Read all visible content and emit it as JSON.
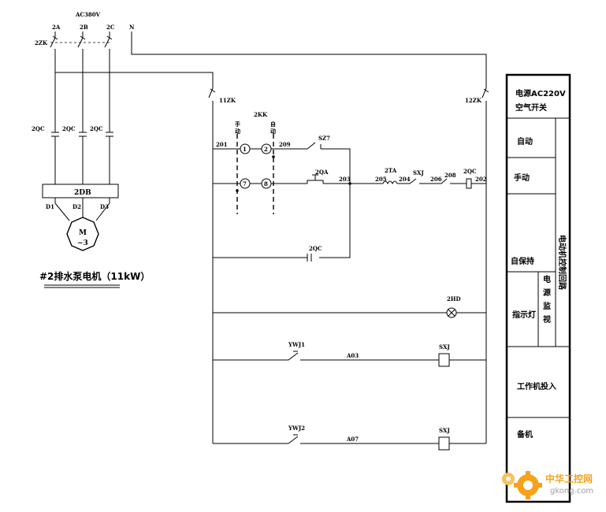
{
  "power": {
    "ac380": "AC380V",
    "phases": [
      "2A",
      "2B",
      "2C"
    ],
    "neutral": "N",
    "breaker_main": "2ZK",
    "contactor_label": "2QC",
    "terminal": "2DB",
    "terminals_out": [
      "D1",
      "D2",
      "D3"
    ],
    "motor_symbol": "M",
    "motor_phase": "~3",
    "motor_caption": "#2排水泵电机（11kW）"
  },
  "control": {
    "breaker_left": "11ZK",
    "breaker_right": "12ZK",
    "selector": "2KK",
    "manual": "手\n动",
    "auto": "自\n动",
    "contacts": [
      "1",
      "2",
      "7",
      "8"
    ],
    "nodes": {
      "n201": "201",
      "n209": "209",
      "n203": "203",
      "n205": "205",
      "n204": "204",
      "n206": "206",
      "n208": "208",
      "n202": "202",
      "a03": "A03",
      "a07": "A07"
    },
    "components": {
      "sz7": "SZ7",
      "stop_btn": "2QA",
      "overload": "2TA",
      "sxj_series": "SXJ",
      "coil_main": "2QC",
      "hold_contact": "2QC",
      "lamp": "2HD",
      "ywj1": "YWJ1",
      "ywj2": "YWJ2",
      "coil_sxj1": "SXJ",
      "coil_sxj2": "SXJ"
    }
  },
  "side_panel": {
    "power_label": "电源AC220V\n空气开关",
    "auto": "自动",
    "manual": "手动",
    "self_hold": "自保持",
    "indicator": "指示灯",
    "power_monitor": "电\n源\n监\n视",
    "motor_ctrl": "电动机控制回路",
    "work_input": "工作机投入",
    "standby": "备机"
  },
  "watermark": {
    "site_cn": "中华工控网",
    "site_url": "gkong.com",
    "accent": "#f7a21b"
  }
}
